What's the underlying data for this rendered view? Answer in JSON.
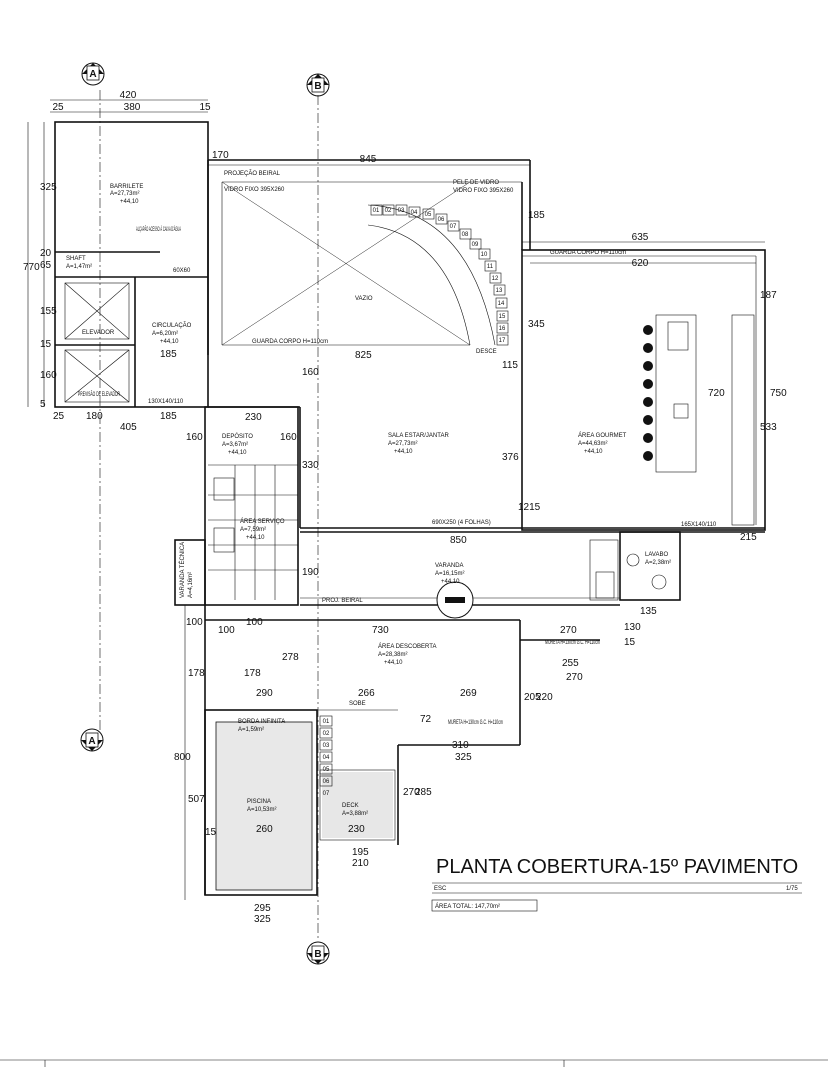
{
  "title": "PLANTA COBERTURA-15º PAVIMENTO",
  "scale": {
    "label": "ESC",
    "value": "1/75"
  },
  "total_area": "ÁREA TOTAL: 147,70m²",
  "section_markers": [
    "A",
    "A",
    "B",
    "B"
  ],
  "rooms": [
    {
      "name": "BARRILETE",
      "area": "A=27,73m²",
      "level": "+44,10"
    },
    {
      "name": "ALÇAPÃO ACESSO À CAIXA D'ÁGUA"
    },
    {
      "name": "SHAFT",
      "area": "A=1,47m²"
    },
    {
      "name": "ELEVADOR"
    },
    {
      "name": "CIRCULAÇÃO",
      "area": "A=6,20m²",
      "level": "+44,10"
    },
    {
      "name": "PREVISÃO DE ELEVADOR"
    },
    {
      "name": "VAZIO"
    },
    {
      "name": "DEPÓSITO",
      "area": "A=3,67m²",
      "level": "+44,10"
    },
    {
      "name": "SALA ESTAR/JANTAR",
      "area": "A=27,73m²",
      "level": "+44,10"
    },
    {
      "name": "ÁREA GOURMET",
      "area": "A=44,63m²",
      "level": "+44,10"
    },
    {
      "name": "ÁREA SERVIÇO",
      "area": "A=7,59m²",
      "level": "+44,10"
    },
    {
      "name": "VARANDA TÉCNICA",
      "area": "A=4,16m²"
    },
    {
      "name": "VARANDA",
      "area": "A=16,15m²",
      "level": "+44,10"
    },
    {
      "name": "LAVABO",
      "area": "A=2,38m²"
    },
    {
      "name": "ÁREA DESCOBERTA",
      "area": "A=28,38m²",
      "level": "+44,10"
    },
    {
      "name": "BORDA INFINITA",
      "area": "A=1,59m²"
    },
    {
      "name": "PISCINA",
      "area": "A=10,53m²"
    },
    {
      "name": "DECK",
      "area": "A=3,88m²"
    }
  ],
  "notes": [
    "PROJEÇÃO BEIRAL",
    "PELE DE VIDRO",
    "VIDRO FIXO 395X260",
    "VIDRO FIXO 395X260",
    "GUARDA CORPO H=110cm",
    "GUARDA CORPO H=110cm",
    "DESCE",
    "SOBE",
    "PROJ. BEIRAL",
    "690X250 (4 FOLHAS)",
    "130X140/110",
    "165X140/110",
    "60X60",
    "MURETA H=130cm G.C. H=110cm",
    "MURETA H=130cm G.C. H=110cm"
  ],
  "stairs_upper": [
    "01",
    "02",
    "03",
    "04",
    "05",
    "06",
    "07",
    "08",
    "09",
    "10",
    "11",
    "12",
    "13",
    "14",
    "15",
    "16",
    "17"
  ],
  "stairs_lower": [
    "01",
    "02",
    "03",
    "04",
    "05",
    "06",
    "07"
  ],
  "dimensions": {
    "top": [
      "420",
      "25",
      "380",
      "15",
      "845",
      "635",
      "620"
    ],
    "left": [
      "325",
      "770",
      "20",
      "65",
      "155",
      "15",
      "160",
      "5",
      "800",
      "178",
      "507"
    ],
    "interior": [
      "170",
      "185",
      "825",
      "345",
      "185",
      "115",
      "160",
      "330",
      "376",
      "1215",
      "720",
      "750",
      "533",
      "187",
      "230",
      "160",
      "160",
      "180",
      "25",
      "405",
      "185",
      "850",
      "215",
      "135",
      "190",
      "100",
      "100",
      "100",
      "730",
      "270",
      "255",
      "270",
      "278",
      "178",
      "290",
      "266",
      "269",
      "205",
      "220",
      "72",
      "310",
      "325",
      "270",
      "285",
      "260",
      "230",
      "195",
      "210",
      "295",
      "325",
      "15",
      "130",
      "15"
    ]
  }
}
